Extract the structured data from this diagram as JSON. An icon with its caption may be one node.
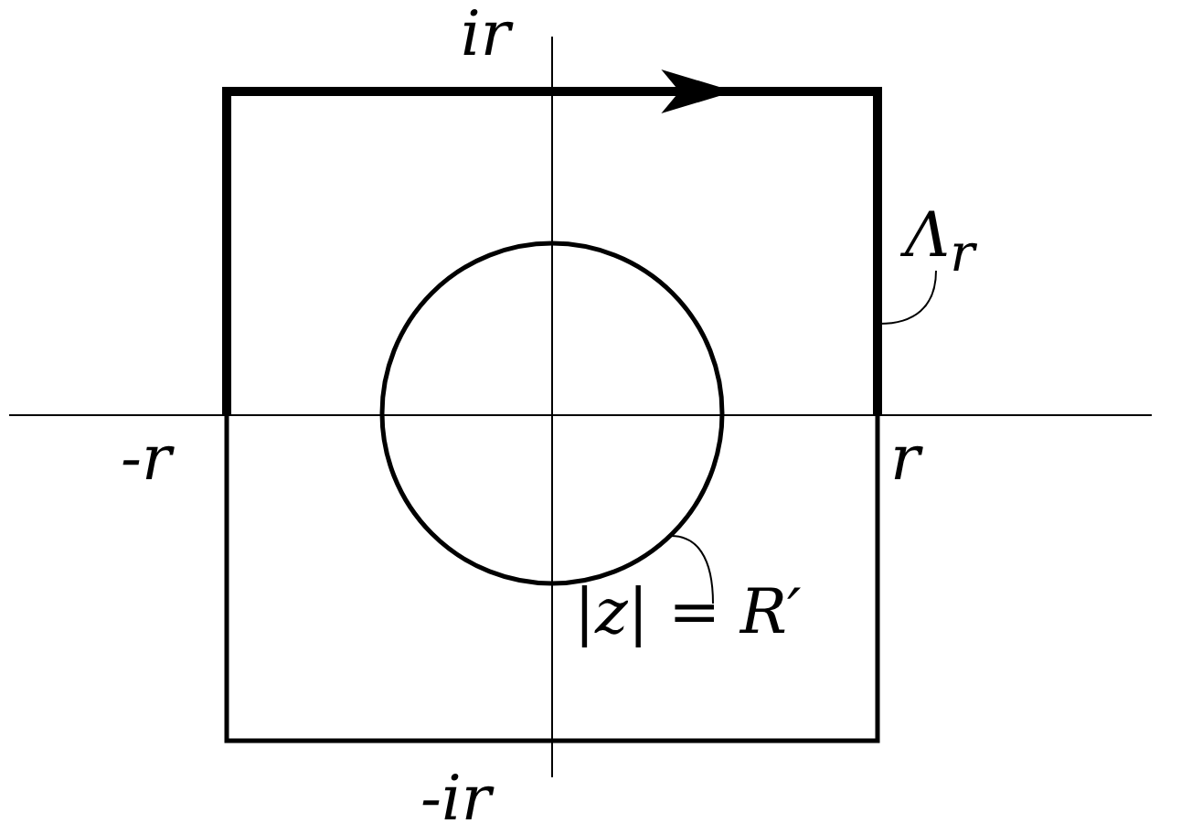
{
  "diagram": {
    "nodes": [
      {
        "text": [],
        "shape": "line"
      },
      {
        "text": [
          "Λ$_{r}$"
        ]
      },
      {
        "text": [],
        "shape": "circle"
      },
      {
        "text": [
          "|z| = R′"
        ]
      }
    ],
    "edges": [
      {
        "from": 1,
        "to": 0,
        "arrow": "none"
      },
      {
        "from": 3,
        "to": 2,
        "arrow": "none"
      }
    ],
    "labels": [
      "ir",
      "-r",
      "r",
      "-ir"
    ]
  }
}
